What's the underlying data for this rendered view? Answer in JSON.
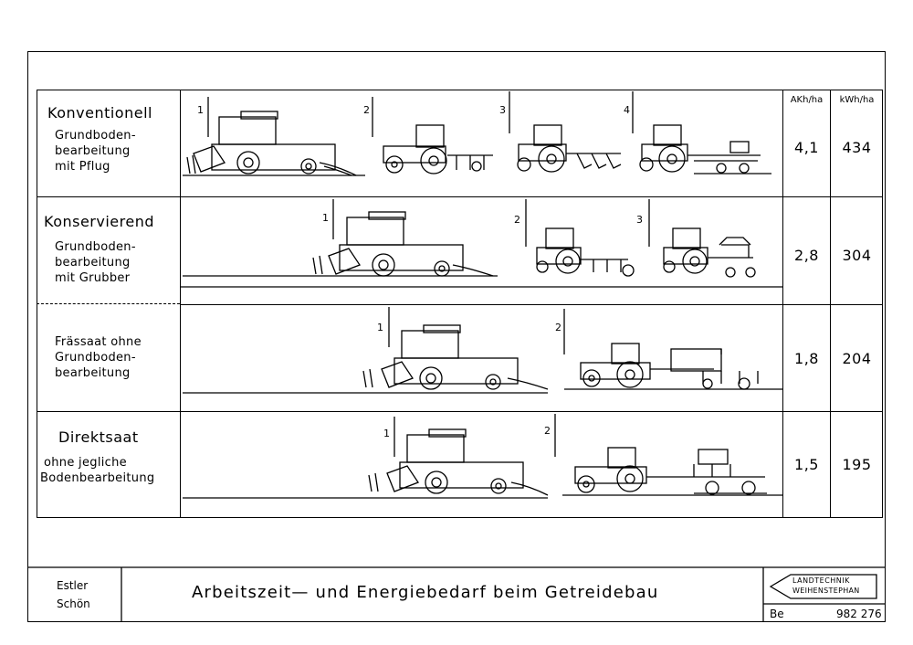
{
  "header": {
    "akh_ha": "AKh/ha",
    "kwh_ha": "kWh/ha"
  },
  "rows": [
    {
      "title": "Konventionell",
      "subtitle": [
        "Grundboden-",
        "bearbeitung",
        "mit Pflug"
      ],
      "akh": "4,1",
      "kwh": "434",
      "step_numbers": [
        "1",
        "2",
        "3",
        "4"
      ]
    },
    {
      "title": "Konservierend",
      "subtitle": [
        "Grundboden-",
        "bearbeitung",
        "mit Grubber"
      ],
      "akh": "2,8",
      "kwh": "304",
      "step_numbers": [
        "1",
        "2",
        "3"
      ]
    },
    {
      "title": "",
      "subtitle": [
        "Frässaat ohne",
        "Grundboden-",
        "bearbeitung"
      ],
      "akh": "1,8",
      "kwh": "204",
      "step_numbers": [
        "1",
        "2"
      ]
    },
    {
      "title": "Direktsaat",
      "subtitle": [
        "ohne jegliche",
        "Bodenbearbeitung"
      ],
      "akh": "1,5",
      "kwh": "195",
      "step_numbers": [
        "1",
        "2"
      ]
    }
  ],
  "footer": {
    "authors": [
      "Estler",
      "Schön"
    ],
    "title": "Arbeitszeit— und Energiebedarf beim Getreidebau",
    "logo_lines": [
      "LANDTECHNIK",
      "WEIHENSTEPHAN"
    ],
    "code_left": "Be",
    "code_right": "982 276"
  }
}
